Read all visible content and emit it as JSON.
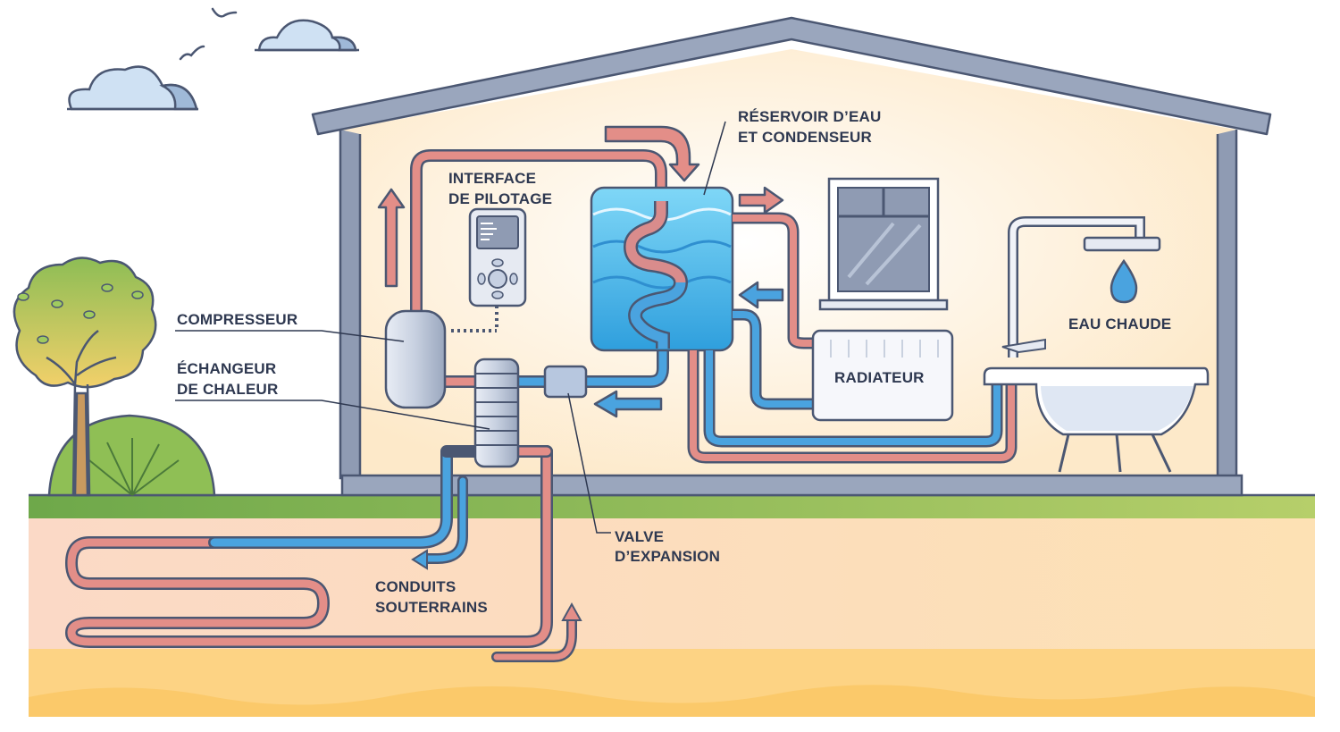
{
  "labels": {
    "reservoir_line1": "RÉSERVOIR D’EAU",
    "reservoir_line2": "ET CONDENSEUR",
    "interface_line1": "INTERFACE",
    "interface_line2": "DE PILOTAGE",
    "compresseur": "COMPRESSEUR",
    "echangeur_line1": "ÉCHANGEUR",
    "echangeur_line2": "DE CHALEUR",
    "radiateur": "RADIATEUR",
    "eau_chaude": "EAU CHAUDE",
    "valve_line1": "VALVE",
    "valve_line2": "D’EXPANSION",
    "conduits_line1": "CONDUITS",
    "conduits_line2": "SOUTERRAINS"
  },
  "colors": {
    "outline": "#4b5772",
    "hot_pipe": "#e08a84",
    "cold_pipe": "#4aa3df",
    "wall_fill": "#fdf3de",
    "grass": "#8fb85a",
    "soil": "#fbe3c4",
    "deep_soil": "#fbc85e",
    "water": "#4fc2f0"
  }
}
